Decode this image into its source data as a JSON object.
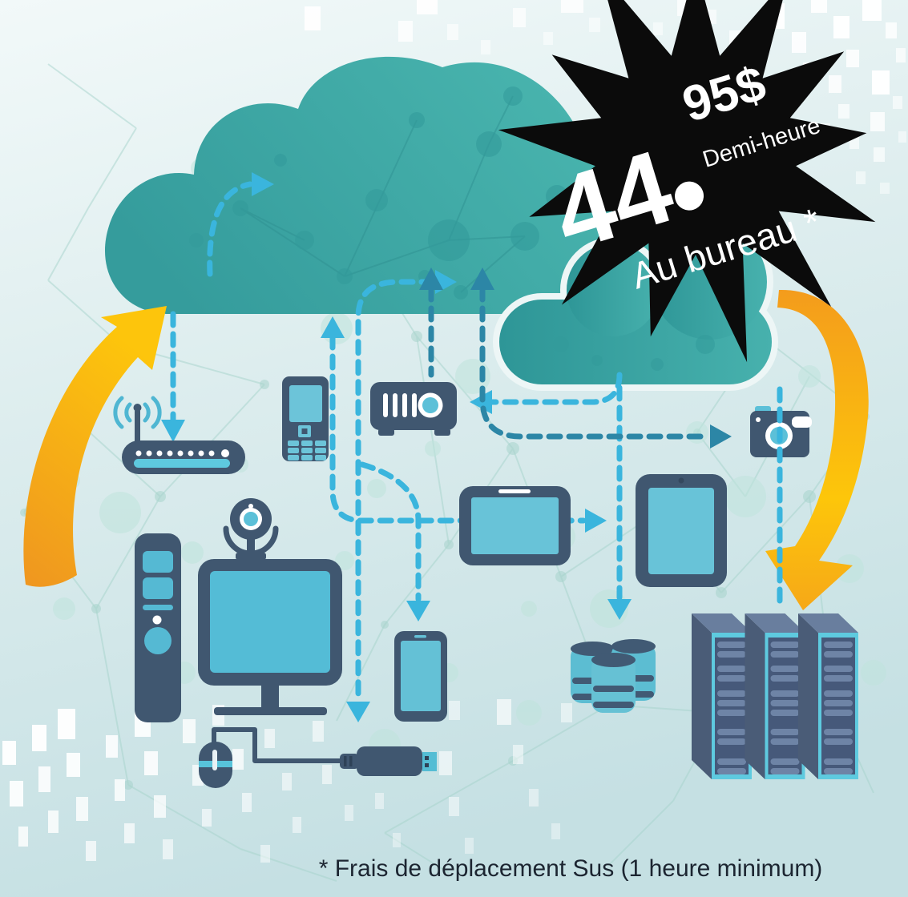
{
  "badge": {
    "price_dollars": "44",
    "price_cents": "95$",
    "per_label": "Demi-heure",
    "location_label": "Au bureau *"
  },
  "footer": {
    "note": "* Frais de déplacement Sus (1 heure minimum)"
  },
  "colors": {
    "cloud_teal": "#3fa9a6",
    "device_slate": "#405770",
    "screen_teal": "#5cc0d8",
    "dash_blue": "#3ab5dd",
    "dash_dark_teal": "#2c86a6",
    "arrow_orange": "#f6a41c",
    "badge_black": "#0b0b0b",
    "footer_text": "#1c2531",
    "background_light": "#eef6f6"
  },
  "icons": [
    "cloud-large-icon",
    "cloud-small-icon",
    "starburst-badge",
    "orange-arrow-up-icon",
    "orange-arrow-down-icon",
    "wifi-router-icon",
    "feature-phone-icon",
    "projector-icon",
    "camera-icon",
    "webcam-icon",
    "desktop-tower-icon",
    "monitor-icon",
    "tablet-landscape-icon",
    "tablet-portrait-icon",
    "smartphone-icon",
    "database-icon",
    "server-racks-icon",
    "mouse-icon",
    "usb-cable-icon",
    "dashed-connector-arrows",
    "pixel-rain-pattern",
    "network-mesh-pattern"
  ]
}
